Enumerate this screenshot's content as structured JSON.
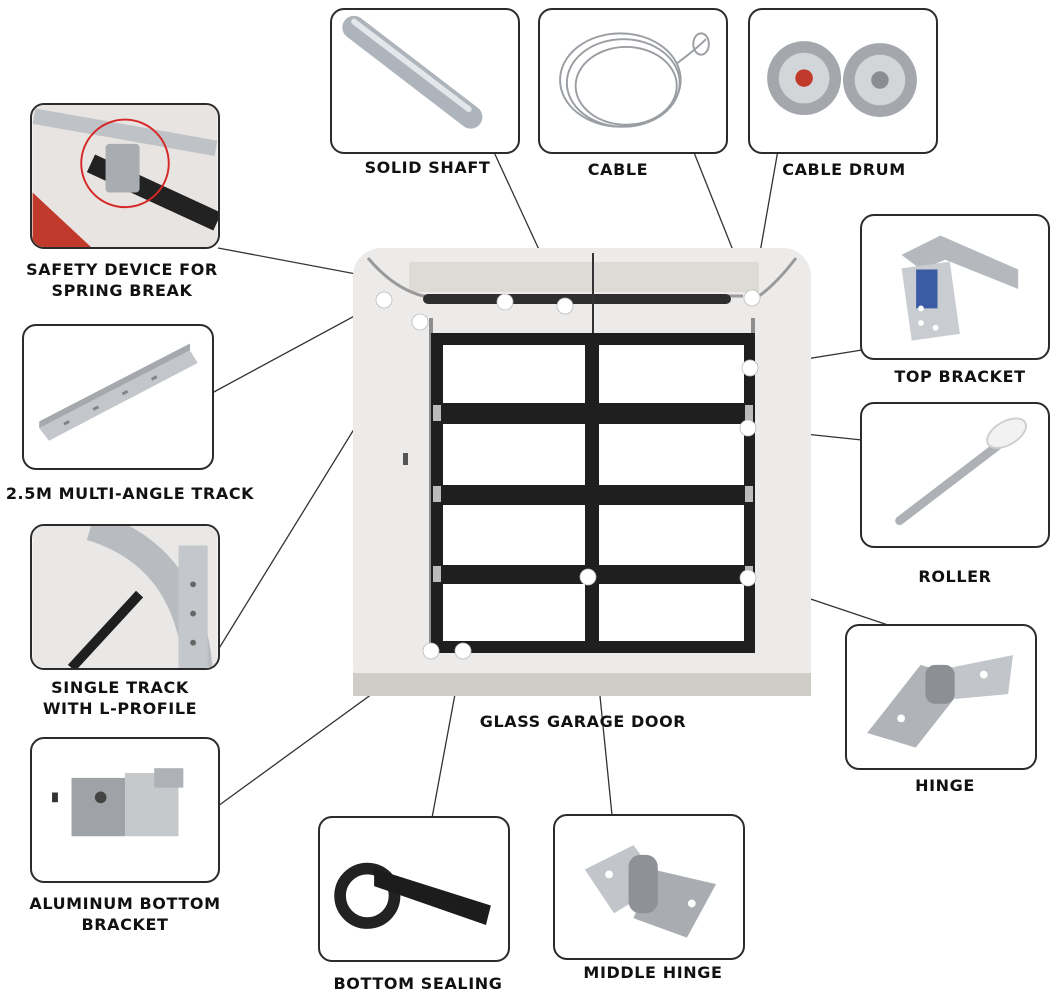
{
  "parts": {
    "solid_shaft": "SOLID SHAFT",
    "cable": "CABLE",
    "cable_drum": "CABLE DRUM",
    "safety_device_line1": "SAFETY DEVICE FOR",
    "safety_device_line2": "SPRING BREAK",
    "top_bracket": "TOP BRACKET",
    "multi_angle_track": "2.5M MULTI-ANGLE TRACK",
    "roller": "ROLLER",
    "single_track_line1": "SINGLE TRACK",
    "single_track_line2": "WITH L-PROFILE",
    "glass_garage_door": "GLASS GARAGE DOOR",
    "hinge": "HINGE",
    "aluminum_bottom_bracket_line1": "ALUMINUM BOTTOM",
    "aluminum_bottom_bracket_line2": "BRACKET",
    "bottom_sealing": "BOTTOM SEALING",
    "middle_hinge": "MIDDLE HINGE"
  }
}
